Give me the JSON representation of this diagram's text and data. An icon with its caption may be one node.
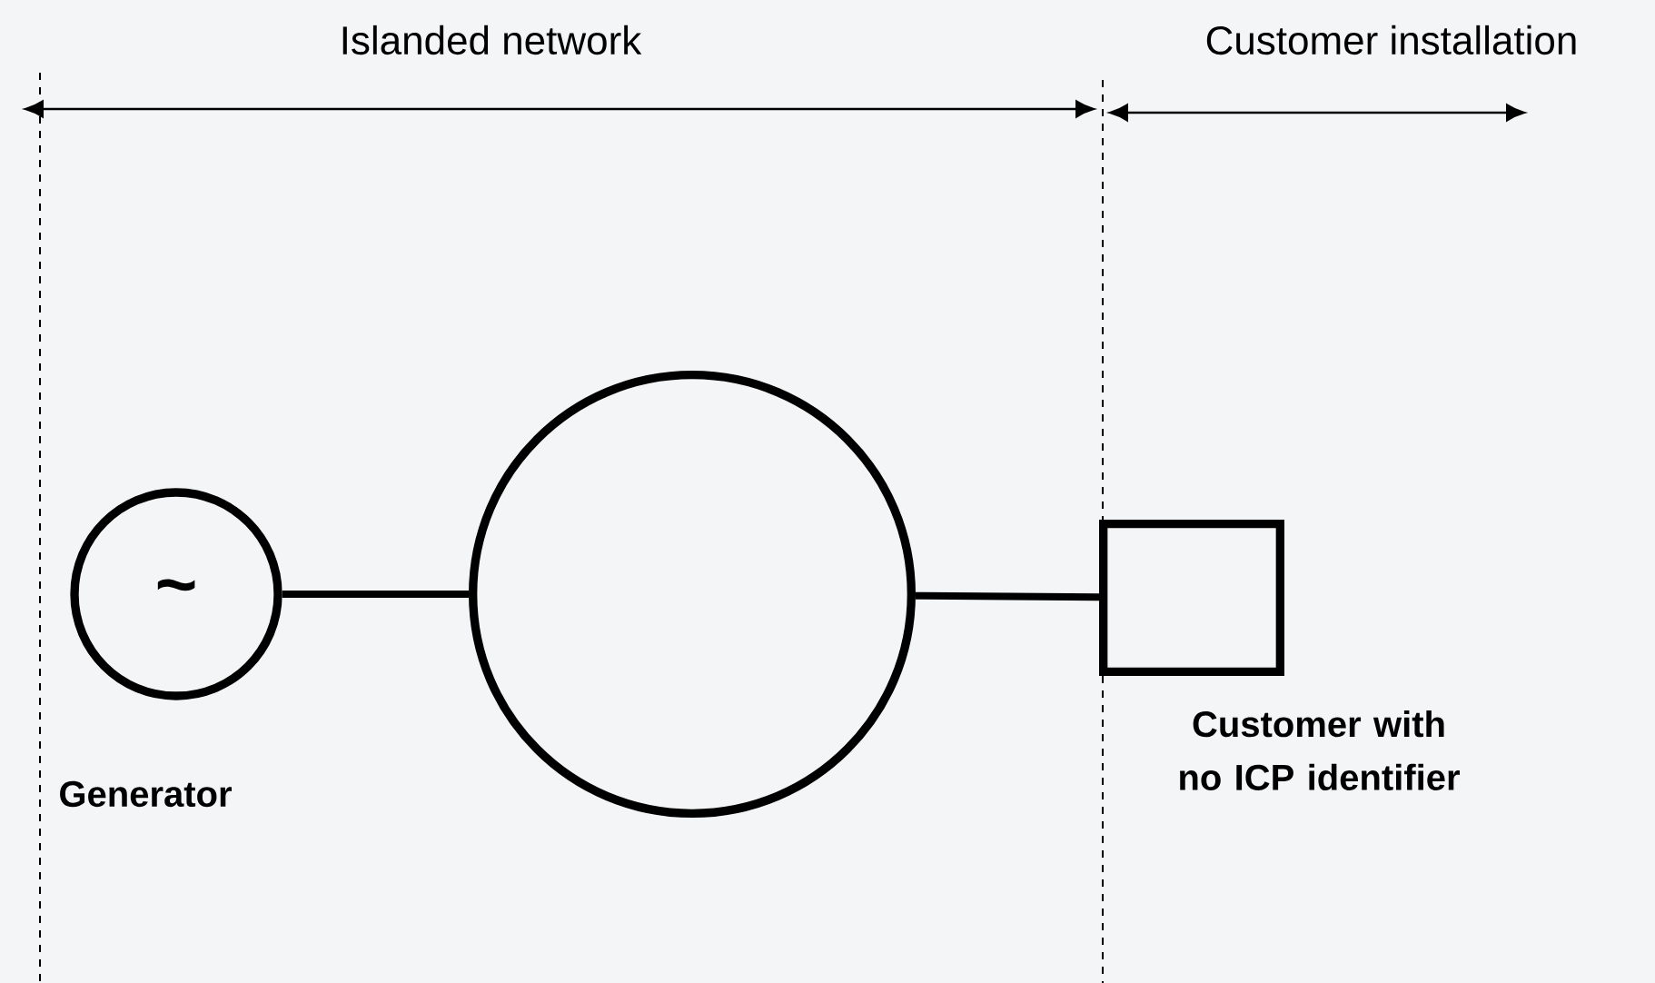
{
  "diagram": {
    "nodes": [
      {
        "text": [
          "~"
        ],
        "beside": [
          "Generator"
        ]
      },
      {
        "text": [],
        "shape": "circle"
      },
      {
        "text": [],
        "shape": "box",
        "beside": [
          "Customer with no ICP identifier"
        ]
      }
    ],
    "edges": [
      {
        "from": 0,
        "to": 1,
        "arrow": "none"
      },
      {
        "from": 1,
        "to": 2,
        "arrow": "none"
      }
    ],
    "labels": [
      "Islanded network",
      "Customer installation"
    ]
  }
}
